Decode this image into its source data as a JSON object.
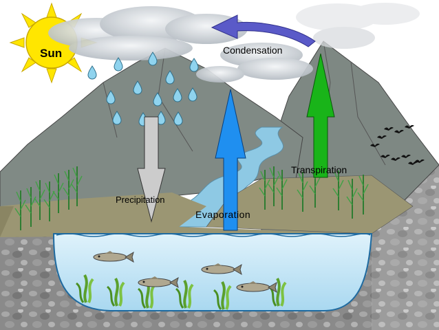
{
  "labels": {
    "sun": "Sun",
    "condensation": "Condensation",
    "transpiration": "Transpiration",
    "precipitation": "Precipitation",
    "evaporation": "Evaporation"
  },
  "colors": {
    "sun": "#ffe600",
    "sun_rays": "#ffe600",
    "cloud": "#c8cdd2",
    "mountain": "#7f8a86",
    "mountain_far": "#9aa29c",
    "grass": "#9b9673",
    "lake": "#bfe3f7",
    "river": "#8ec9e4",
    "rock": "#8d8d8d",
    "precipitation_arrow": "#cccccc",
    "evaporation_arrow": "#1f8ff0",
    "transpiration_arrow": "#19b419",
    "condensation_arrow": "#5a5ac8",
    "raindrop": "#8fd3ee"
  },
  "icons": [
    "sun-icon",
    "cloud-icon",
    "raindrop-icon",
    "fish-icon",
    "bird-icon",
    "reed-icon",
    "seaweed-icon"
  ]
}
